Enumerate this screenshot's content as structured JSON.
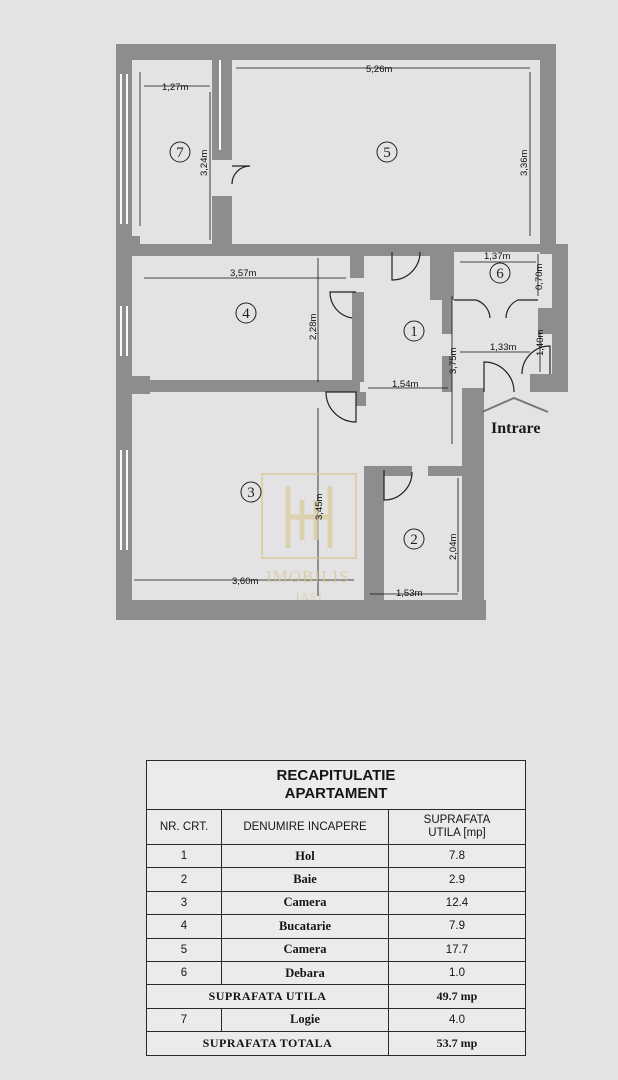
{
  "plan": {
    "dimensions": {
      "room7_width": "1,27m",
      "room7_height": "3,24m",
      "room5_width": "5,26m",
      "room5_height": "3,36m",
      "room4_width": "3,57m",
      "room4_height": "2,28m",
      "room6_width": "1,37m",
      "room6_height": "0,70m",
      "hall_width_upper": "1,33m",
      "hall_height_upper": "1,40m",
      "hall_height": "3,75m",
      "hall_width": "1,54m",
      "room3_height": "3,45m",
      "room3_width": "3,60m",
      "room2_height": "2,04m",
      "room2_width": "1,53m"
    },
    "room_numbers": [
      "1",
      "2",
      "3",
      "4",
      "5",
      "6",
      "7"
    ],
    "entrance_label": "Intrare",
    "watermark": {
      "name": "IMOBILIS",
      "city": "IASI"
    }
  },
  "summary": {
    "title_line1": "RECAPITULATIE",
    "title_line2": "APARTAMENT",
    "headers": {
      "nr": "NR. CRT.",
      "name": "DENUMIRE INCAPERE",
      "area_line1": "SUPRAFATA",
      "area_line2": "UTILA [mp]"
    },
    "rooms": [
      {
        "nr": "1",
        "name": "Hol",
        "area": "7.8"
      },
      {
        "nr": "2",
        "name": "Baie",
        "area": "2.9"
      },
      {
        "nr": "3",
        "name": "Camera",
        "area": "12.4"
      },
      {
        "nr": "4",
        "name": "Bucatarie",
        "area": "7.9"
      },
      {
        "nr": "5",
        "name": "Camera",
        "area": "17.7"
      },
      {
        "nr": "6",
        "name": "Debara",
        "area": "1.0"
      }
    ],
    "useful_label": "SUPRAFATA UTILA",
    "useful_value": "49.7 mp",
    "loggia": {
      "nr": "7",
      "name": "Logie",
      "area": "4.0"
    },
    "total_label": "SUPRAFATA TOTALA",
    "total_value": "53.7 mp"
  }
}
